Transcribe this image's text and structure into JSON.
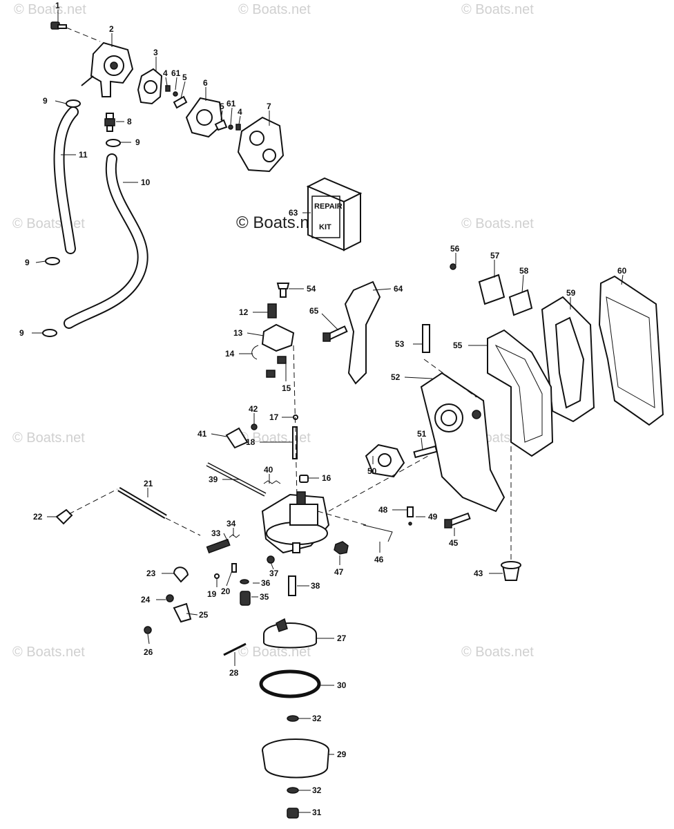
{
  "watermarks": {
    "small": "© Boats.net",
    "center": "© Boats.net"
  },
  "repair_kit": {
    "line1": "REPAIR",
    "line2": "KIT"
  },
  "part_labels": {
    "p1": "1",
    "p2": "2",
    "p3": "3",
    "p4a": "4",
    "p61a": "61",
    "p5a": "5",
    "p6": "6",
    "p5b": "5",
    "p61b": "61",
    "p4b": "4",
    "p7": "7",
    "p8": "8",
    "p9a": "9",
    "p9b": "9",
    "p9c": "9",
    "p9d": "9",
    "p10": "10",
    "p11": "11",
    "p63": "63",
    "p54": "54",
    "p12": "12",
    "p13": "13",
    "p14": "14",
    "p15": "15",
    "p64": "64",
    "p65": "65",
    "p56": "56",
    "p57": "57",
    "p58": "58",
    "p59": "59",
    "p60": "60",
    "p53": "53",
    "p55": "55",
    "p52": "52",
    "p42": "42",
    "p41": "41",
    "p17": "17",
    "p18": "18",
    "p16": "16",
    "p40": "40",
    "p39": "39",
    "p21": "21",
    "p22": "22",
    "p51": "51",
    "p50": "50",
    "p48": "48",
    "p49": "49",
    "p33": "33",
    "p34": "34",
    "p45": "45",
    "p46": "46",
    "p47": "47",
    "p43": "43",
    "p23": "23",
    "p37": "37",
    "p20": "20",
    "p36": "36",
    "p38": "38",
    "p19": "19",
    "p35": "35",
    "p24": "24",
    "p25": "25",
    "p26": "26",
    "p27": "27",
    "p28": "28",
    "p30": "30",
    "p32a": "32",
    "p29": "29",
    "p32b": "32",
    "p31": "31"
  }
}
